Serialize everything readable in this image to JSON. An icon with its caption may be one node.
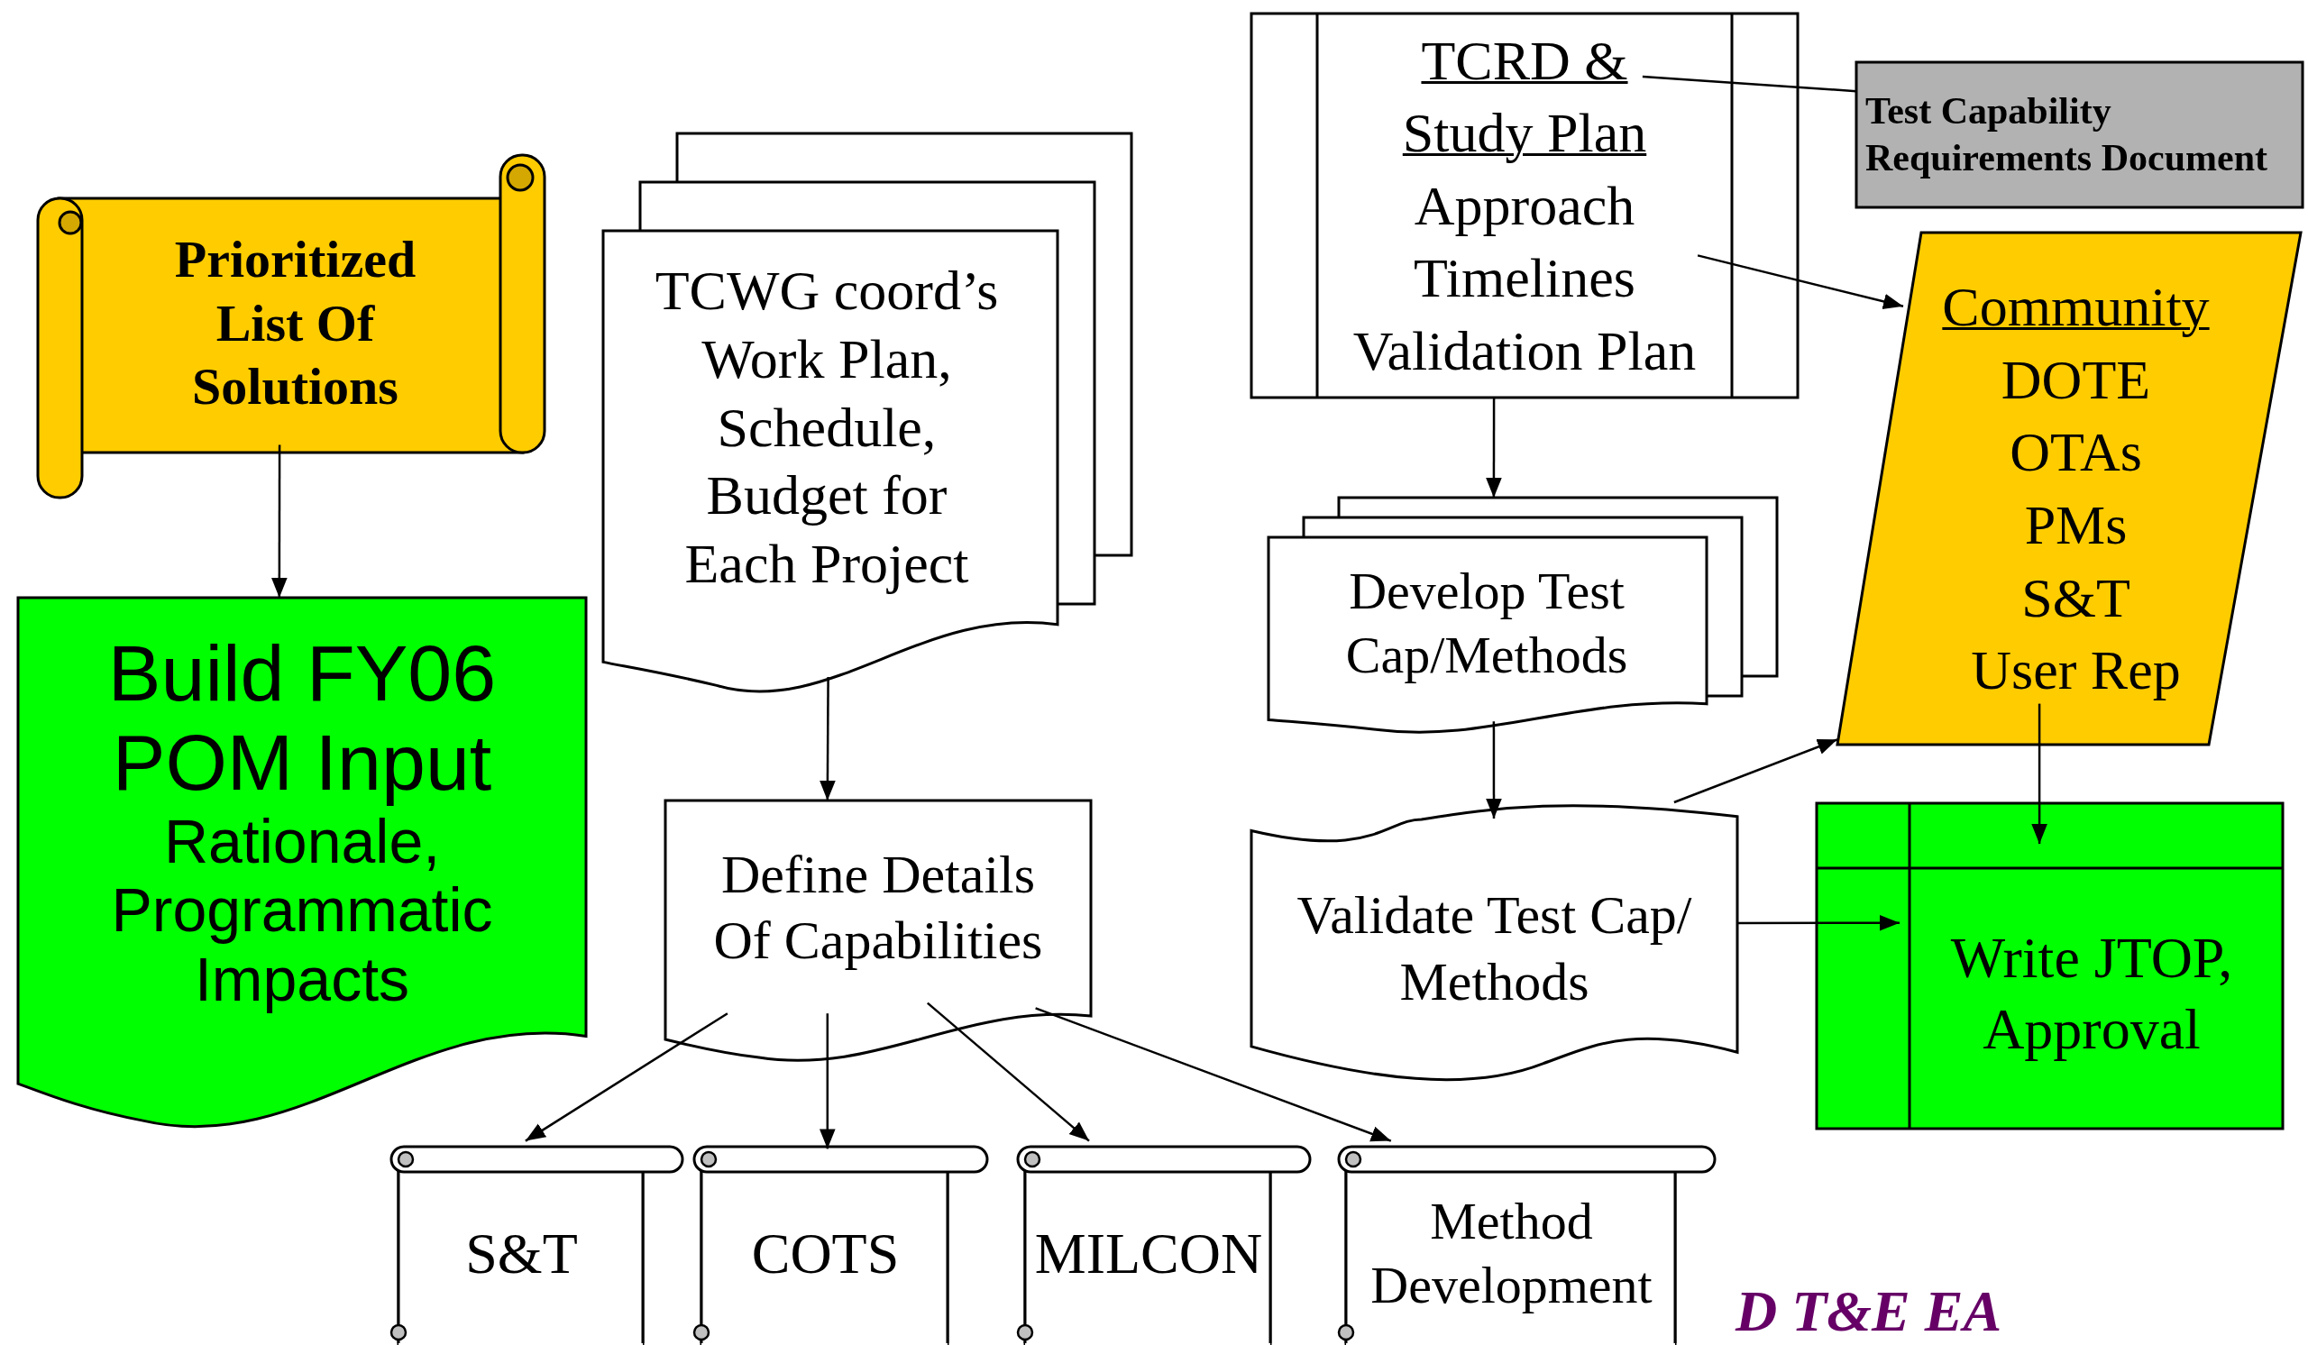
{
  "diagram": {
    "nodes": [
      {
        "text": [
          "Prioritized List Of Solutions"
        ]
      },
      {
        "text": [
          "Build FY06 POM Input",
          "Rationale, Programmatic Impacts"
        ]
      },
      {
        "text": [
          "TCWG coord’s Work Plan, Schedule, Budget for Each Project"
        ]
      },
      {
        "text": [
          "Define Details Of Capabilities"
        ]
      },
      {
        "text": [
          "S&T"
        ]
      },
      {
        "text": [
          "COTS"
        ]
      },
      {
        "text": [
          "MILCON"
        ]
      },
      {
        "text": [
          "Method Development"
        ]
      },
      {
        "text": [
          "TCRD & Study Plan",
          "Approach",
          "Timelines",
          "Validation Plan"
        ]
      },
      {
        "text": [
          "Test Capability Requirements Document"
        ]
      },
      {
        "text": [
          "Community",
          "DOTE",
          "OTAs",
          "PMs",
          "S&T",
          "User Rep"
        ]
      },
      {
        "text": [
          "Develop Test Cap/Methods"
        ]
      },
      {
        "text": [
          "Validate Test Cap/ Methods"
        ]
      },
      {
        "text": [
          "Write JTOP, Approval"
        ]
      }
    ],
    "edges": [
      {
        "from": 0,
        "to": 1,
        "arrow": "to"
      },
      {
        "from": 2,
        "to": 3,
        "arrow": "to"
      },
      {
        "from": 3,
        "to": 4,
        "arrow": "to"
      },
      {
        "from": 3,
        "to": 5,
        "arrow": "to"
      },
      {
        "from": 3,
        "to": 6,
        "arrow": "to"
      },
      {
        "from": 3,
        "to": 7,
        "arrow": "to"
      },
      {
        "from": 8,
        "to": 11,
        "arrow": "to"
      },
      {
        "from": 11,
        "to": 12,
        "arrow": "to"
      },
      {
        "from": 12,
        "to": 10,
        "arrow": "to"
      },
      {
        "from": 12,
        "to": 13,
        "arrow": "to"
      },
      {
        "from": 10,
        "to": 13,
        "arrow": "to"
      },
      {
        "from": 8,
        "to": 10,
        "arrow": "to"
      },
      {
        "from": 9,
        "to": 8,
        "arrow": "none"
      }
    ],
    "labels": [
      "D T&E EA"
    ]
  }
}
